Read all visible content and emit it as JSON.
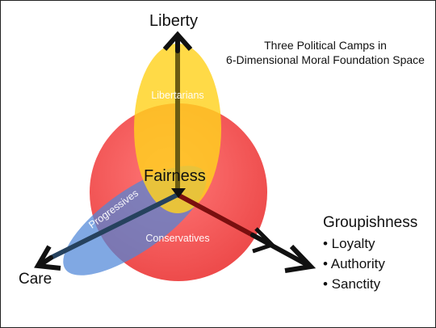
{
  "title": {
    "line1": "Three Political Camps in",
    "line2": "6-Dimensional Moral Foundation Space"
  },
  "axes": {
    "top": "Liberty",
    "bottom_left": "Care",
    "center": "Fairness",
    "bottom_right": "Groupishness"
  },
  "groupishness_items": [
    "• Loyalty",
    "• Authority",
    "• Sanctity"
  ],
  "camps": {
    "libertarians": "Libertarians",
    "progressives": "Progressives",
    "conservatives": "Conservatives"
  },
  "colors": {
    "conservatives": "#ef2b2b",
    "libertarians": "#ffd21f",
    "progressives": "#5f8fd6",
    "axis_center_to_right": "#7a0f0f",
    "axis_center_to_left": "#26425e",
    "axis_top": "#6b5b12",
    "arrow_ends": "#111111"
  }
}
